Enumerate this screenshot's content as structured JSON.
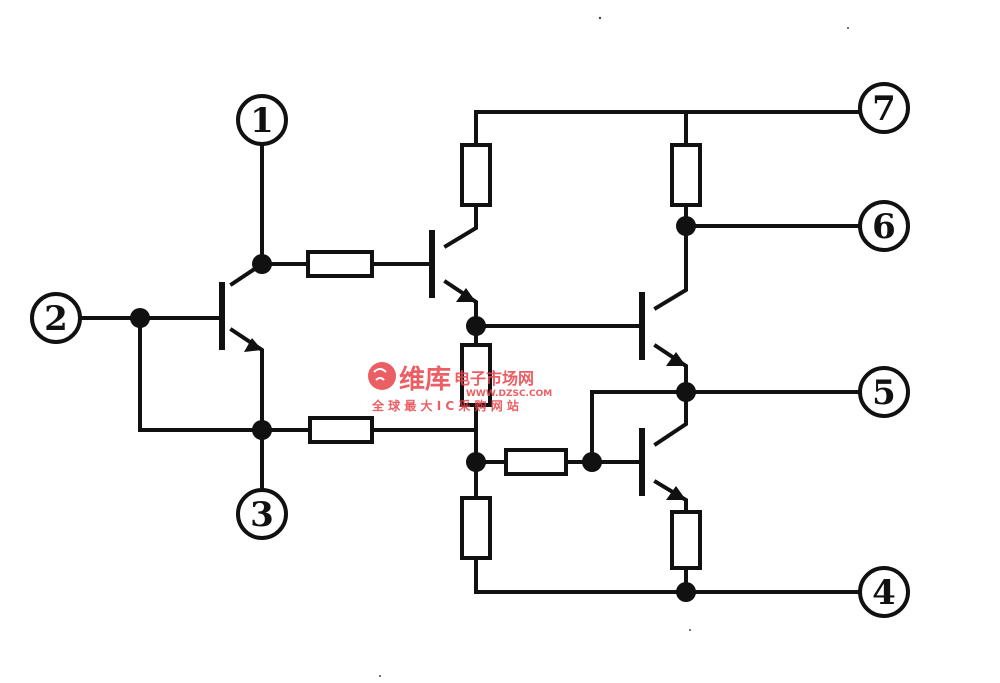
{
  "pins": [
    {
      "id": "pin-1",
      "label": "1"
    },
    {
      "id": "pin-2",
      "label": "2"
    },
    {
      "id": "pin-3",
      "label": "3"
    },
    {
      "id": "pin-4",
      "label": "4"
    },
    {
      "id": "pin-5",
      "label": "5"
    },
    {
      "id": "pin-6",
      "label": "6"
    },
    {
      "id": "pin-7",
      "label": "7"
    }
  ],
  "watermark": {
    "brand": "维库",
    "brand_suffix": "电子市场网",
    "site": "WWW.DZSC.COM",
    "tagline": "全 球 最 大 I C 采 购 网 站",
    "color": "#e8424a"
  },
  "colors": {
    "ink": "#111111",
    "background": "#ffffff"
  }
}
